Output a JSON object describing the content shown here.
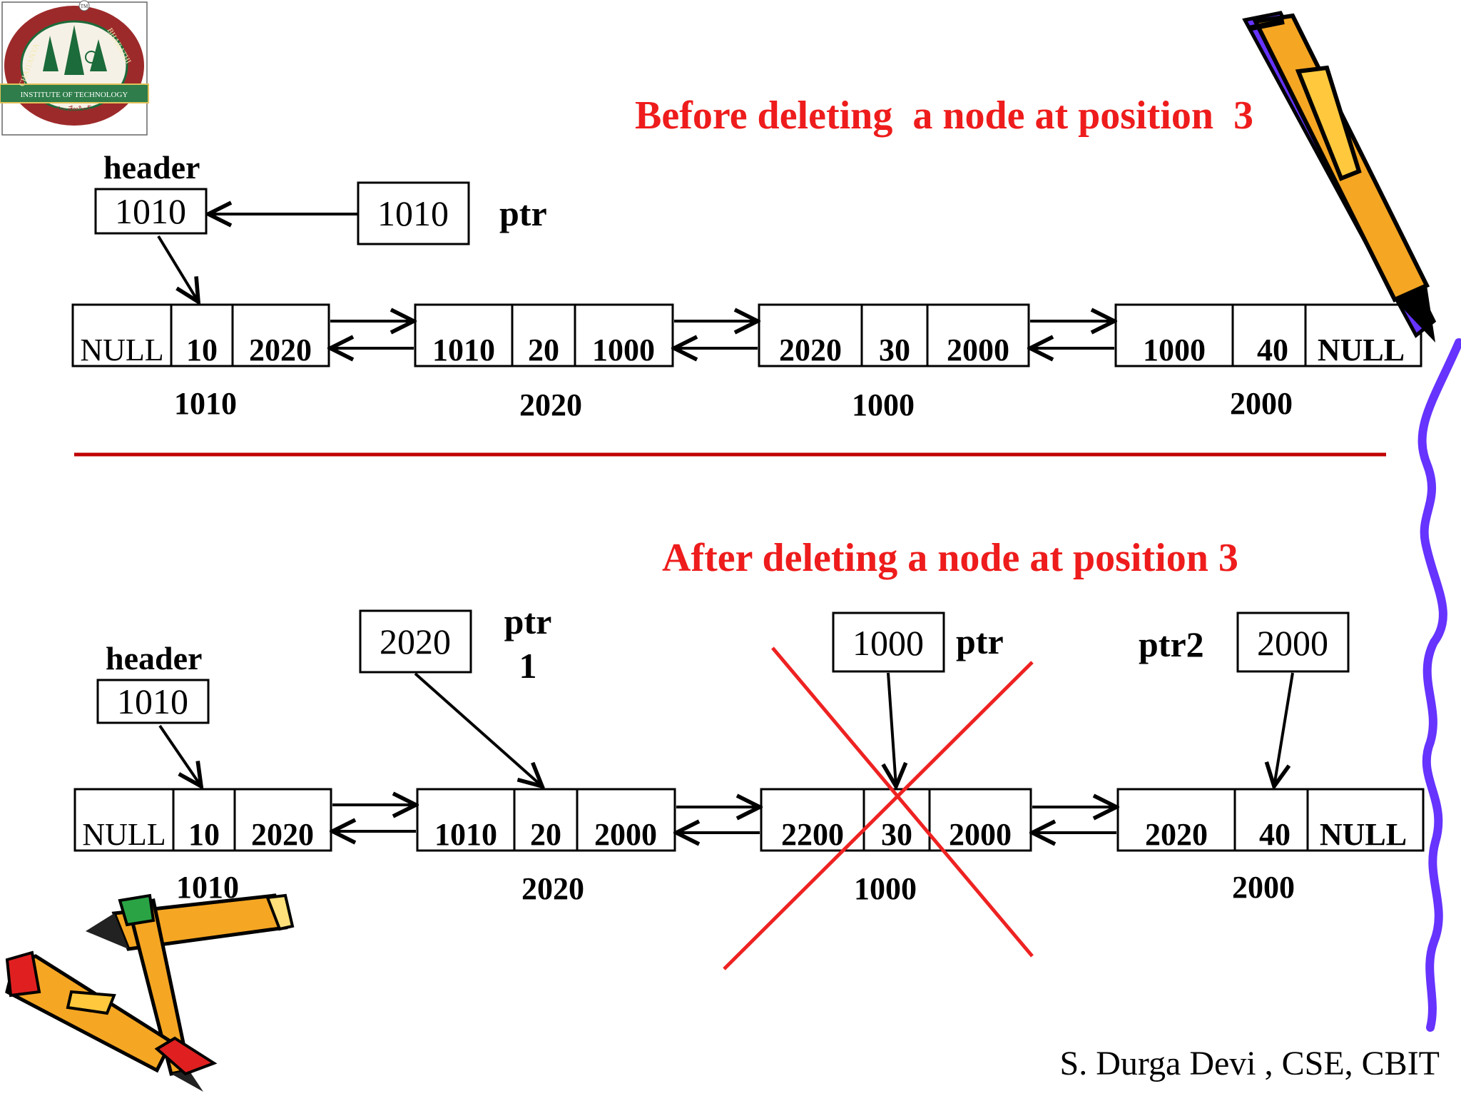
{
  "logo": {
    "arc_left": "CHAITANYA",
    "arc_right": "BHARATHI",
    "band": "INSTITUTE OF TECHNOLOGY",
    "motto": "స్వయం తేజస్విన్ భవ",
    "year": "1979",
    "tm": "TM"
  },
  "colors": {
    "title": "#ee1c1c",
    "divider": "#c00000",
    "cross": "#ee2222",
    "squiggle": "#6633ff"
  },
  "before": {
    "title": "Before deleting  a node at position  3",
    "header_label": "header",
    "header_value": "1010",
    "ptr_value": "1010",
    "ptr_label": "ptr",
    "nodes": [
      {
        "prev": "NULL",
        "data": "10",
        "next": "2020",
        "addr": "1010"
      },
      {
        "prev": "1010",
        "data": "20",
        "next": "1000",
        "addr": "2020"
      },
      {
        "prev": "2020",
        "data": "30",
        "next": "2000",
        "addr": "1000"
      },
      {
        "prev": "1000",
        "data": "40",
        "next": "NULL",
        "addr": "2000"
      }
    ]
  },
  "after": {
    "title": "After deleting a node at position 3",
    "header_label": "header",
    "header_value": "1010",
    "ptr1_value": "2020",
    "ptr1_label_a": "ptr",
    "ptr1_label_b": "1",
    "ptr_value": "1000",
    "ptr_label": "ptr",
    "ptr2_label": "ptr2",
    "ptr2_value": "2000",
    "nodes": [
      {
        "prev": "NULL",
        "data": "10",
        "next": "2020",
        "addr": "1010"
      },
      {
        "prev": "1010",
        "data": "20",
        "next": "2000",
        "addr": "2020"
      },
      {
        "prev": "2200",
        "data": "30",
        "next": "2000",
        "addr": "1000"
      },
      {
        "prev": "2020",
        "data": "40",
        "next": "NULL",
        "addr": "2000"
      }
    ]
  },
  "footer": "S. Durga Devi , CSE, CBIT"
}
